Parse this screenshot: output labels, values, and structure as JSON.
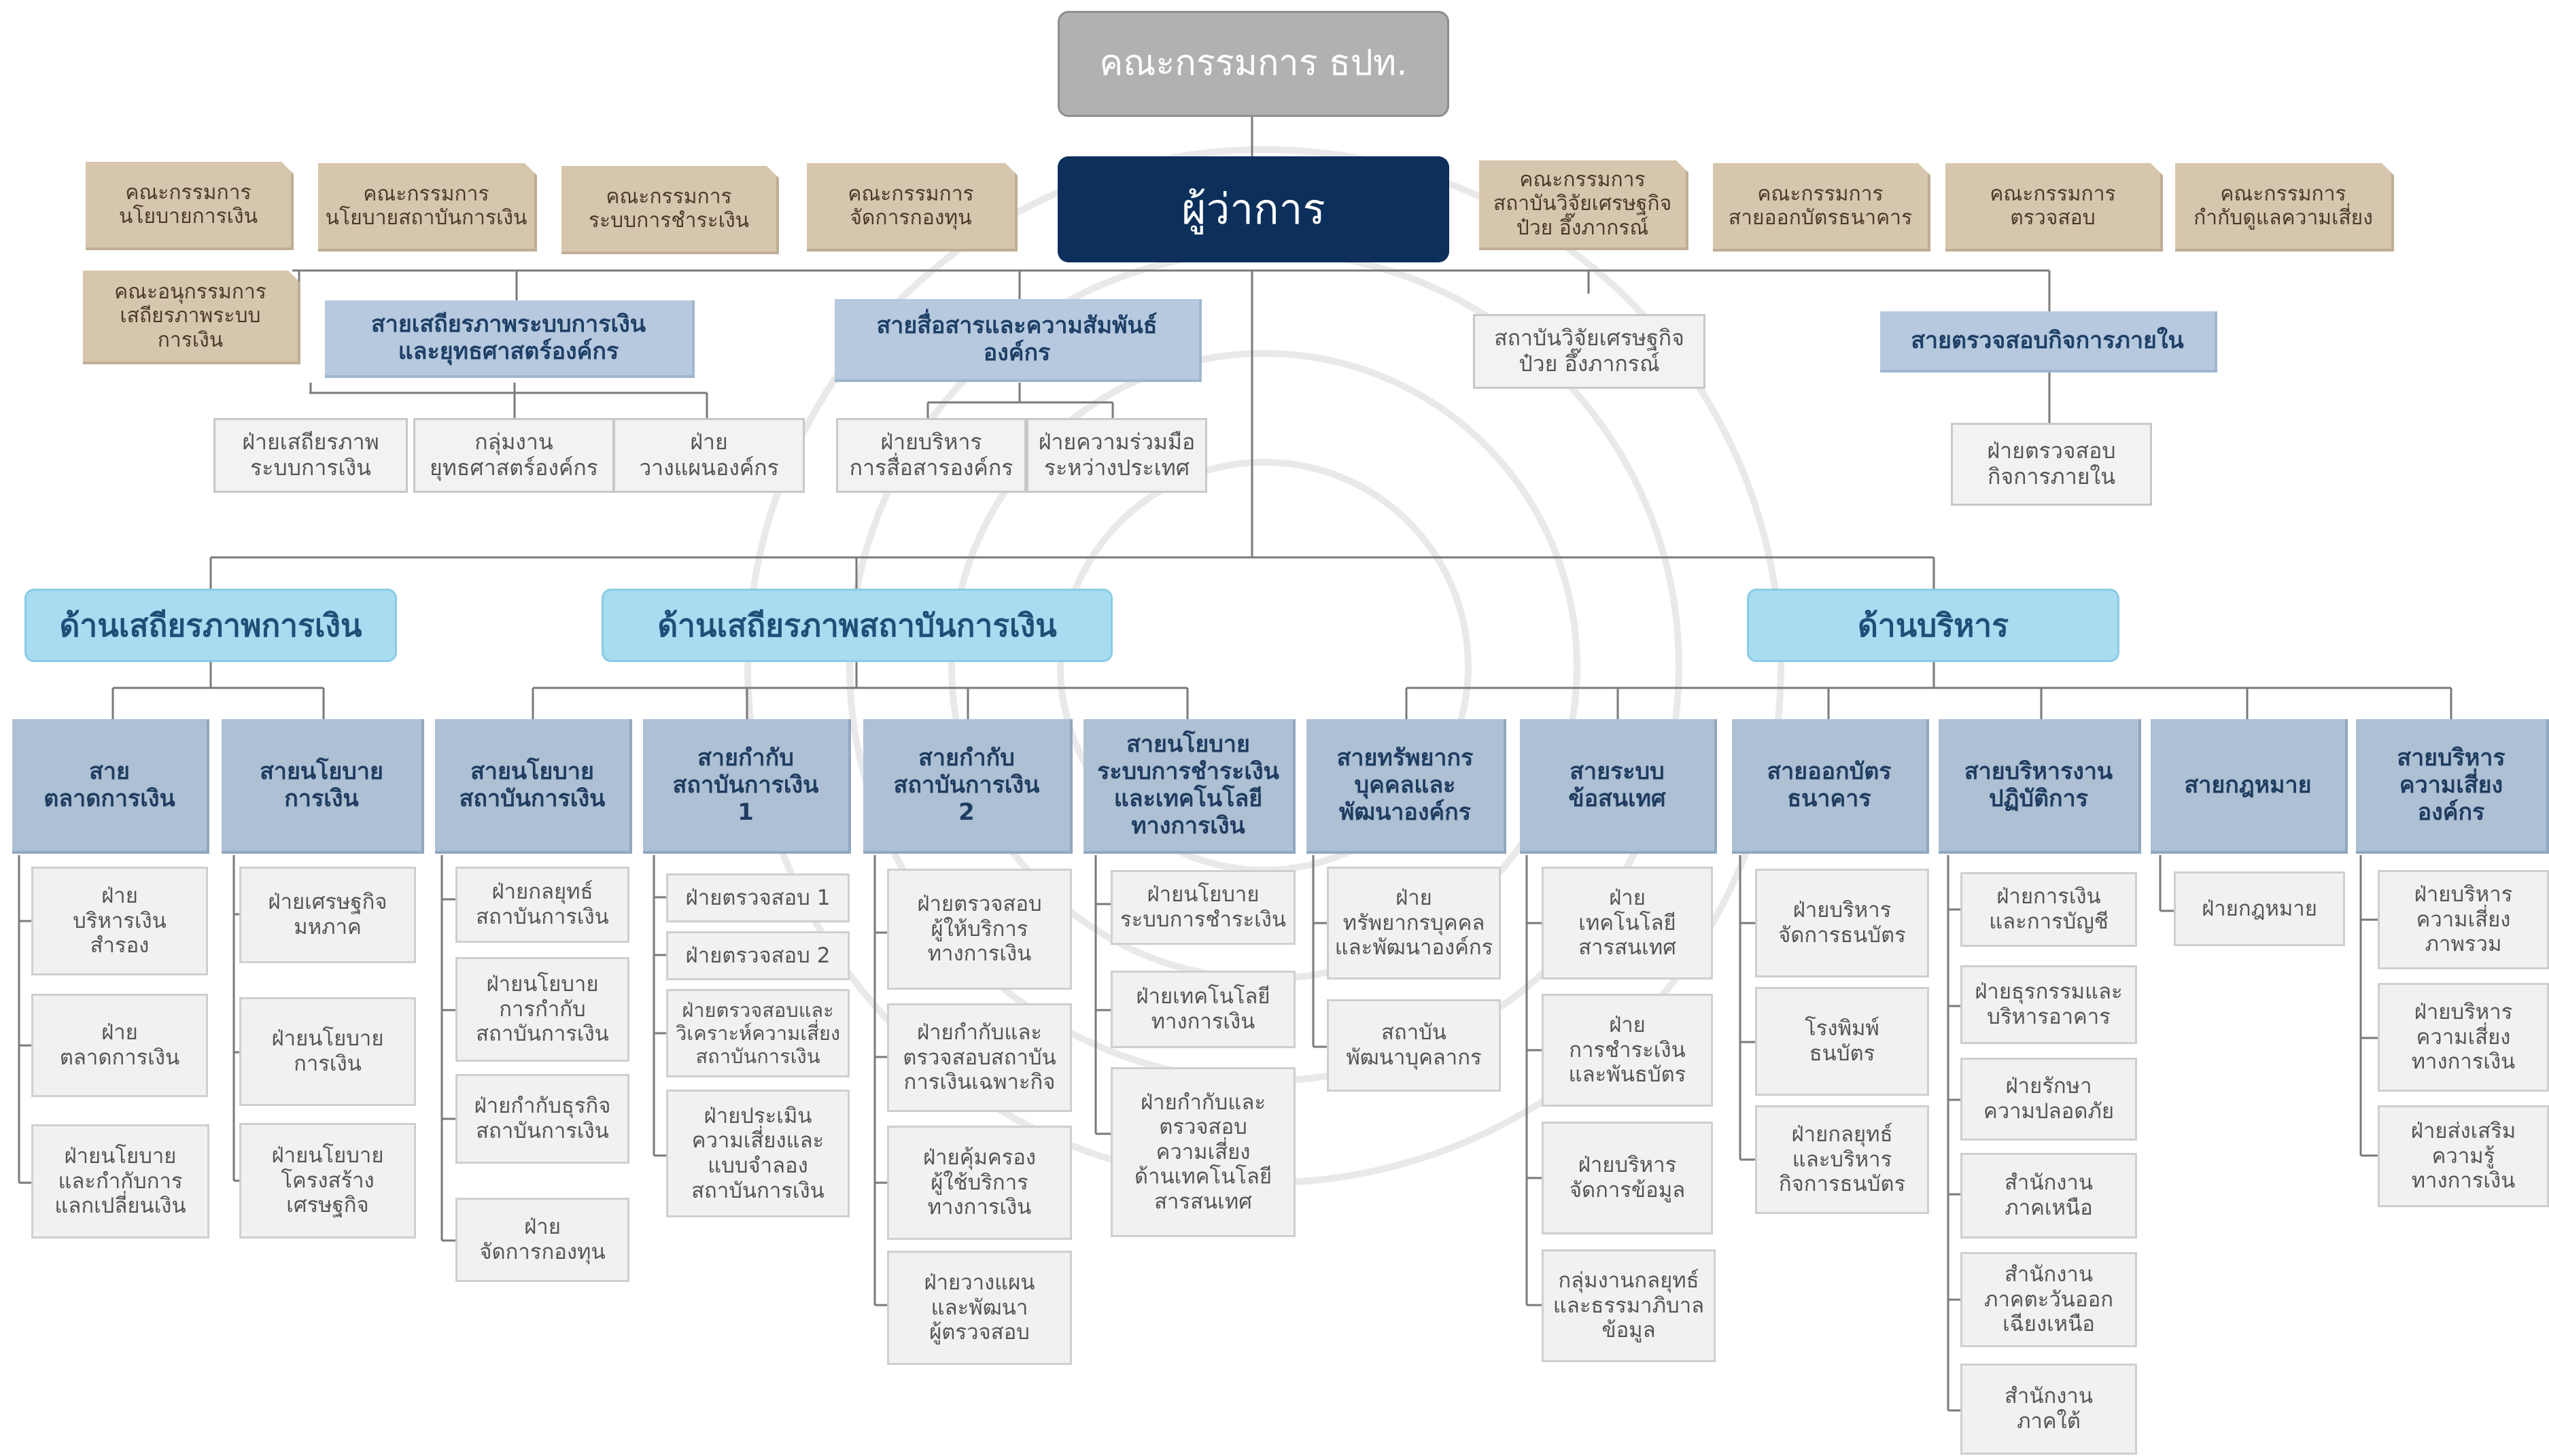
{
  "palette": {
    "board": "#b1b1b1",
    "governor": "#0c2f5b",
    "committee": "#d7c6ae",
    "line_head": "#b6c9de",
    "department": "#a7dcf1",
    "group": "#adc0d4",
    "unit": "#f1f1f1",
    "connector": "#7a7a7a"
  },
  "board": "คณะกรรมการ ธปท.",
  "governor": "ผู้ว่าการ",
  "committees": [
    "คณะกรรมการ\nนโยบายการเงิน",
    "คณะกรรมการ\nนโยบายสถาบันการเงิน",
    "คณะกรรมการ\nระบบการชำระเงิน",
    "คณะกรรมการ\nจัดการกองทุน",
    "คณะกรรมการ\nสถาบันวิจัยเศรษฐกิจ\nป๋วย อึ๊งภากรณ์",
    "คณะกรรมการ\nสายออกบัตรธนาคาร",
    "คณะกรรมการ\nตรวจสอบ",
    "คณะกรรมการ\nกำกับดูแลความเสี่ยง"
  ],
  "subcommittee": "คณะอนุกรรมการ\nเสถียรภาพระบบ\nการเงิน",
  "lines": [
    {
      "title": "สายเสถียรภาพระบบการเงิน\nและยุทธศาสตร์องค์กร",
      "units": [
        "ฝ่ายเสถียรภาพ\nระบบการเงิน",
        "กลุ่มงาน\nยุทธศาสตร์องค์กร",
        "ฝ่าย\nวางแผนองค์กร"
      ]
    },
    {
      "title": "สายสื่อสารและความสัมพันธ์\nองค์กร",
      "units": [
        "ฝ่ายบริหาร\nการสื่อสารองค์กร",
        "ฝ่ายความร่วมมือ\nระหว่างประเทศ"
      ]
    },
    {
      "title": "สถาบันวิจัยเศรษฐกิจ\nป๋วย อึ๊งภากรณ์",
      "units": []
    },
    {
      "title": "สายตรวจสอบกิจการภายใน",
      "units": [
        "ฝ่ายตรวจสอบ\nกิจการภายใน"
      ]
    }
  ],
  "departments": [
    {
      "name": "ด้านเสถียรภาพการเงิน",
      "groups": [
        {
          "title": "สาย\nตลาดการเงิน",
          "units": [
            "ฝ่าย\nบริหารเงิน\nสำรอง",
            "ฝ่าย\nตลาดการเงิน",
            "ฝ่ายนโยบาย\nและกำกับการ\nแลกเปลี่ยนเงิน"
          ]
        },
        {
          "title": "สายนโยบาย\nการเงิน",
          "units": [
            "ฝ่ายเศรษฐกิจ\nมหภาค",
            "ฝ่ายนโยบาย\nการเงิน",
            "ฝ่ายนโยบาย\nโครงสร้าง\nเศรษฐกิจ"
          ]
        }
      ]
    },
    {
      "name": "ด้านเสถียรภาพสถาบันการเงิน",
      "groups": [
        {
          "title": "สายนโยบาย\nสถาบันการเงิน",
          "units": [
            "ฝ่ายกลยุทธ์\nสถาบันการเงิน",
            "ฝ่ายนโยบาย\nการกำกับ\nสถาบันการเงิน",
            "ฝ่ายกำกับธุรกิจ\nสถาบันการเงิน",
            "ฝ่าย\nจัดการกองทุน"
          ]
        },
        {
          "title": "สายกำกับ\nสถาบันการเงิน\n1",
          "units": [
            "ฝ่ายตรวจสอบ 1",
            "ฝ่ายตรวจสอบ 2",
            "ฝ่ายตรวจสอบและ\nวิเคราะห์ความเสี่ยง\nสถาบันการเงิน",
            "ฝ่ายประเมิน\nความเสี่ยงและ\nแบบจำลอง\nสถาบันการเงิน"
          ]
        },
        {
          "title": "สายกำกับ\nสถาบันการเงิน\n2",
          "units": [
            "ฝ่ายตรวจสอบ\nผู้ให้บริการ\nทางการเงิน",
            "ฝ่ายกำกับและ\nตรวจสอบสถาบัน\nการเงินเฉพาะกิจ",
            "ฝ่ายคุ้มครอง\nผู้ใช้บริการ\nทางการเงิน",
            "ฝ่ายวางแผน\nและพัฒนา\nผู้ตรวจสอบ"
          ]
        },
        {
          "title": "สายนโยบาย\nระบบการชำระเงิน\nและเทคโนโลยี\nทางการเงิน",
          "units": [
            "ฝ่ายนโยบาย\nระบบการชำระเงิน",
            "ฝ่ายเทคโนโลยี\nทางการเงิน",
            "ฝ่ายกำกับและ\nตรวจสอบ\nความเสี่ยง\nด้านเทคโนโลยี\nสารสนเทศ"
          ]
        }
      ]
    },
    {
      "name": "ด้านบริหาร",
      "groups": [
        {
          "title": "สายทรัพยากร\nบุคคลและ\nพัฒนาองค์กร",
          "units": [
            "ฝ่าย\nทรัพยากรบุคคล\nและพัฒนาองค์กร",
            "สถาบัน\nพัฒนาบุคลากร"
          ]
        },
        {
          "title": "สายระบบ\nข้อสนเทศ",
          "units": [
            "ฝ่าย\nเทคโนโลยี\nสารสนเทศ",
            "ฝ่าย\nการชำระเงิน\nและพันธบัตร",
            "ฝ่ายบริหาร\nจัดการข้อมูล",
            "กลุ่มงานกลยุทธ์\nและธรรมาภิบาล\nข้อมูล"
          ]
        },
        {
          "title": "สายออกบัตร\nธนาคาร",
          "units": [
            "ฝ่ายบริหาร\nจัดการธนบัตร",
            "โรงพิมพ์\nธนบัตร",
            "ฝ่ายกลยุทธ์\nและบริหาร\nกิจการธนบัตร"
          ]
        },
        {
          "title": "สายบริหารงาน\nปฏิบัติการ",
          "units": [
            "ฝ่ายการเงิน\nและการบัญชี",
            "ฝ่ายธุรกรรมและ\nบริหารอาคาร",
            "ฝ่ายรักษา\nความปลอดภัย",
            "สำนักงาน\nภาคเหนือ",
            "สำนักงาน\nภาคตะวันออก\nเฉียงเหนือ",
            "สำนักงาน\nภาคใต้"
          ]
        },
        {
          "title": "สายกฎหมาย",
          "units": [
            "ฝ่ายกฎหมาย"
          ]
        },
        {
          "title": "สายบริหาร\nความเสี่ยง\nองค์กร",
          "units": [
            "ฝ่ายบริหาร\nความเสี่ยง\nภาพรวม",
            "ฝ่ายบริหาร\nความเสี่ยง\nทางการเงิน",
            "ฝ่ายส่งเสริม\nความรู้\nทางการเงิน"
          ]
        }
      ]
    }
  ]
}
